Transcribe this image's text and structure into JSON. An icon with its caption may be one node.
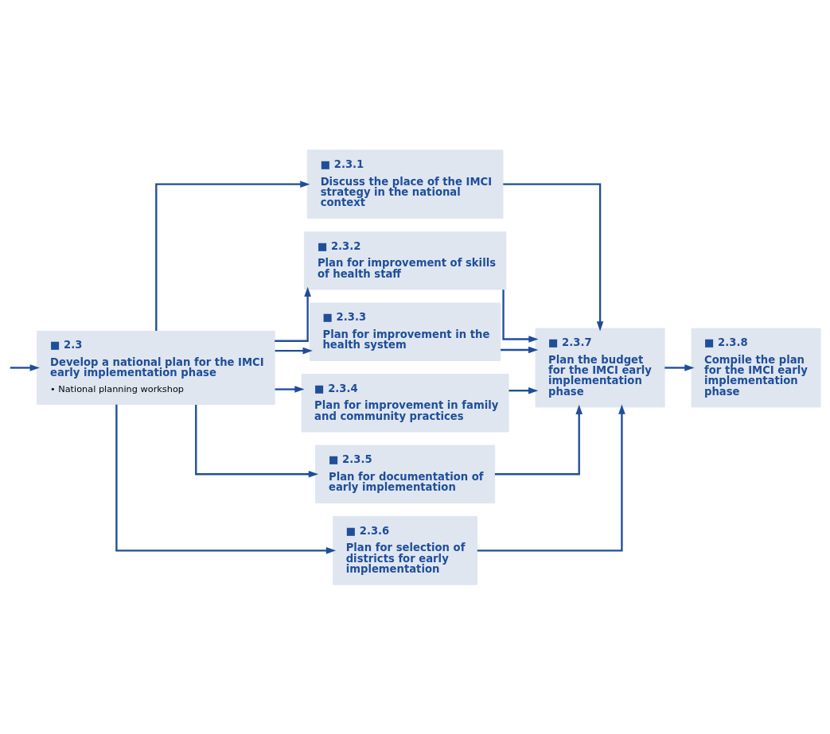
{
  "diagram": {
    "nodes": [
      {
        "text": [
          "■ 2.3",
          "Develop a national plan for the IMCI early implementation phase",
          "• National planning workshop"
        ]
      },
      {
        "text": [
          "■ 2.3.1",
          "Discuss the place of the IMCI strategy in the national context"
        ]
      },
      {
        "text": [
          "■ 2.3.2",
          "Plan for improvement of skills of health staff"
        ]
      },
      {
        "text": [
          "■ 2.3.3",
          "Plan for improvement in the health system"
        ]
      },
      {
        "text": [
          "■ 2.3.4",
          "Plan for improvement in family and community practices"
        ]
      },
      {
        "text": [
          "■ 2.3.5",
          "Plan for documentation of early implementation"
        ]
      },
      {
        "text": [
          "■ 2.3.6",
          "Plan for selection of districts for early implementation"
        ]
      },
      {
        "text": [
          "■ 2.3.7",
          "Plan the budget for the IMCI early implementation phase"
        ]
      },
      {
        "text": [
          "■ 2.3.8",
          "Compile the plan for the IMCI early implementation phase"
        ]
      }
    ],
    "edges": [
      {
        "from": null,
        "to": 0,
        "arrow": "to"
      },
      {
        "from": 0,
        "to": 1,
        "arrow": "to"
      },
      {
        "from": 0,
        "to": 2,
        "arrow": "to"
      },
      {
        "from": 0,
        "to": 3,
        "arrow": "to"
      },
      {
        "from": 0,
        "to": 4,
        "arrow": "to"
      },
      {
        "from": 0,
        "to": 5,
        "arrow": "to"
      },
      {
        "from": 0,
        "to": 6,
        "arrow": "to"
      },
      {
        "from": 1,
        "to": 7,
        "arrow": "to"
      },
      {
        "from": 2,
        "to": 7,
        "arrow": "to"
      },
      {
        "from": 3,
        "to": 7,
        "arrow": "to"
      },
      {
        "from": 4,
        "to": 7,
        "arrow": "to"
      },
      {
        "from": 5,
        "to": 7,
        "arrow": "to"
      },
      {
        "from": 6,
        "to": 7,
        "arrow": "to"
      },
      {
        "from": 7,
        "to": 8,
        "arrow": "to"
      }
    ]
  }
}
